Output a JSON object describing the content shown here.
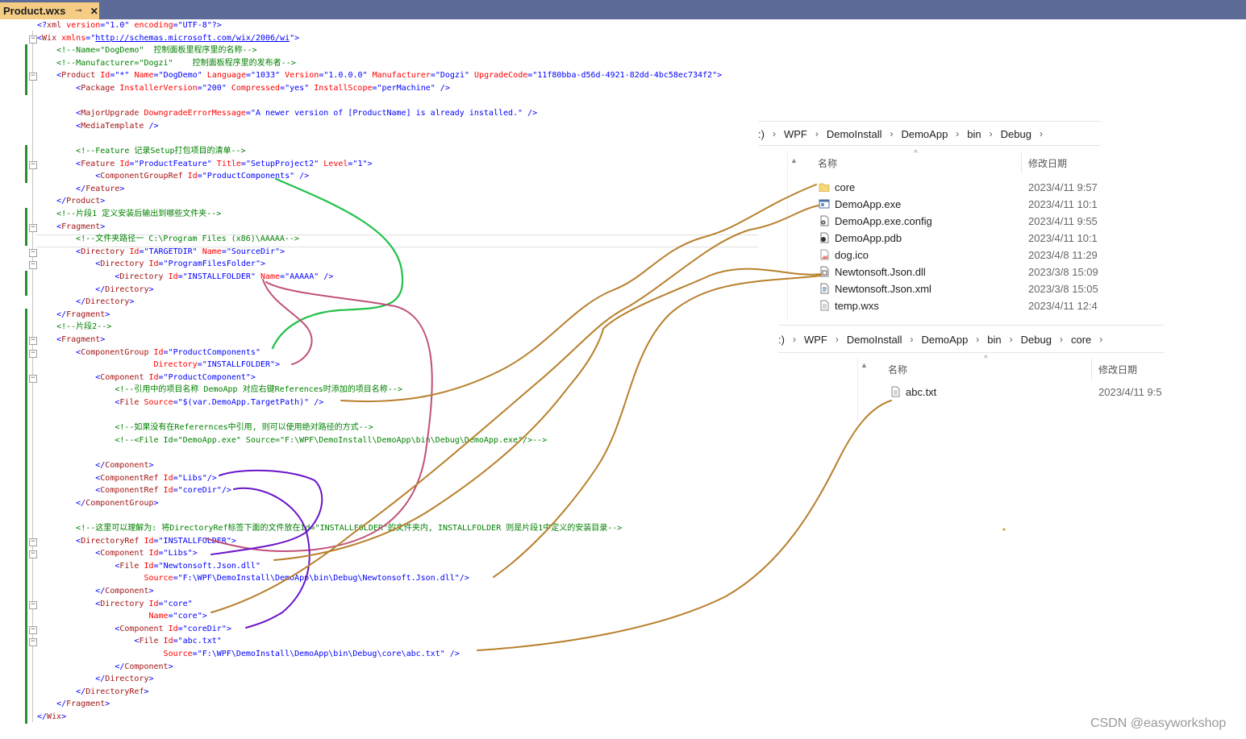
{
  "tab": {
    "title": "Product.wxs",
    "pin_icon": "pin-icon",
    "close_icon": "close-icon"
  },
  "code_lines": [
    [
      [
        "p",
        "<?"
      ],
      [
        "t",
        "xml"
      ],
      [
        "a",
        " version"
      ],
      [
        "p",
        "=\""
      ],
      [
        "v",
        "1.0"
      ],
      [
        "p",
        "\""
      ],
      [
        "a",
        " encoding"
      ],
      [
        "p",
        "=\""
      ],
      [
        "v",
        "UTF-8"
      ],
      [
        "p",
        "\"?>"
      ]
    ],
    [
      [
        "p",
        "<"
      ],
      [
        "t",
        "Wix"
      ],
      [
        "a",
        " xmlns"
      ],
      [
        "p",
        "=\""
      ],
      [
        "u",
        "http://schemas.microsoft.com/wix/2006/wi"
      ],
      [
        "p",
        "\">"
      ]
    ],
    [
      [
        "p",
        "    "
      ],
      [
        "c",
        "<!--Name=\"DogDemo\"  控制面板里程序里的名称-->"
      ]
    ],
    [
      [
        "p",
        "    "
      ],
      [
        "c",
        "<!--Manufacturer=\"Dogzi\"    控制面板程序里的发布者-->"
      ]
    ],
    [
      [
        "p",
        "    <"
      ],
      [
        "t",
        "Product"
      ],
      [
        "a",
        " Id"
      ],
      [
        "p",
        "=\""
      ],
      [
        "v",
        "*"
      ],
      [
        "p",
        "\""
      ],
      [
        "a",
        " Name"
      ],
      [
        "p",
        "=\""
      ],
      [
        "v",
        "DogDemo"
      ],
      [
        "p",
        "\""
      ],
      [
        "a",
        " Language"
      ],
      [
        "p",
        "=\""
      ],
      [
        "v",
        "1033"
      ],
      [
        "p",
        "\""
      ],
      [
        "a",
        " Version"
      ],
      [
        "p",
        "=\""
      ],
      [
        "v",
        "1.0.0.0"
      ],
      [
        "p",
        "\""
      ],
      [
        "a",
        " Manufacturer"
      ],
      [
        "p",
        "=\""
      ],
      [
        "v",
        "Dogzi"
      ],
      [
        "p",
        "\""
      ],
      [
        "a",
        " UpgradeCode"
      ],
      [
        "p",
        "=\""
      ],
      [
        "v",
        "11f80bba-d56d-4921-82dd-4bc58ec734f2"
      ],
      [
        "p",
        "\">"
      ]
    ],
    [
      [
        "p",
        "        <"
      ],
      [
        "t",
        "Package"
      ],
      [
        "a",
        " InstallerVersion"
      ],
      [
        "p",
        "=\""
      ],
      [
        "v",
        "200"
      ],
      [
        "p",
        "\""
      ],
      [
        "a",
        " Compressed"
      ],
      [
        "p",
        "=\""
      ],
      [
        "v",
        "yes"
      ],
      [
        "p",
        "\""
      ],
      [
        "a",
        " InstallScope"
      ],
      [
        "p",
        "=\""
      ],
      [
        "v",
        "perMachine"
      ],
      [
        "p",
        "\" />"
      ]
    ],
    [],
    [
      [
        "p",
        "        <"
      ],
      [
        "t",
        "MajorUpgrade"
      ],
      [
        "a",
        " DowngradeErrorMessage"
      ],
      [
        "p",
        "=\""
      ],
      [
        "v",
        "A newer version of [ProductName] is already installed."
      ],
      [
        "p",
        "\" />"
      ]
    ],
    [
      [
        "p",
        "        <"
      ],
      [
        "t",
        "MediaTemplate"
      ],
      [
        "p",
        " />"
      ]
    ],
    [],
    [
      [
        "p",
        "        "
      ],
      [
        "c",
        "<!--Feature 记录Setup打包项目的清单-->"
      ]
    ],
    [
      [
        "p",
        "        <"
      ],
      [
        "t",
        "Feature"
      ],
      [
        "a",
        " Id"
      ],
      [
        "p",
        "=\""
      ],
      [
        "v",
        "ProductFeature"
      ],
      [
        "p",
        "\""
      ],
      [
        "a",
        " Title"
      ],
      [
        "p",
        "=\""
      ],
      [
        "v",
        "SetupProject2"
      ],
      [
        "p",
        "\""
      ],
      [
        "a",
        " Level"
      ],
      [
        "p",
        "=\""
      ],
      [
        "v",
        "1"
      ],
      [
        "p",
        "\">"
      ]
    ],
    [
      [
        "p",
        "            <"
      ],
      [
        "t",
        "ComponentGroupRef"
      ],
      [
        "a",
        " Id"
      ],
      [
        "p",
        "=\""
      ],
      [
        "v",
        "ProductComponents"
      ],
      [
        "p",
        "\" />"
      ]
    ],
    [
      [
        "p",
        "        </"
      ],
      [
        "t",
        "Feature"
      ],
      [
        "p",
        ">"
      ]
    ],
    [
      [
        "p",
        "    </"
      ],
      [
        "t",
        "Product"
      ],
      [
        "p",
        ">"
      ]
    ],
    [
      [
        "p",
        "    "
      ],
      [
        "c",
        "<!--片段1 定义安装后输出到哪些文件夹-->"
      ]
    ],
    [
      [
        "p",
        "    <"
      ],
      [
        "t",
        "Fragment"
      ],
      [
        "p",
        ">"
      ]
    ],
    [
      [
        "p",
        "        "
      ],
      [
        "c",
        "<!--文件夹路径一 C:\\Program Files (x86)\\AAAAA-->"
      ]
    ],
    [
      [
        "p",
        "        <"
      ],
      [
        "t",
        "Directory"
      ],
      [
        "a",
        " Id"
      ],
      [
        "p",
        "=\""
      ],
      [
        "v",
        "TARGETDIR"
      ],
      [
        "p",
        "\""
      ],
      [
        "a",
        " Name"
      ],
      [
        "p",
        "=\""
      ],
      [
        "v",
        "SourceDir"
      ],
      [
        "p",
        "\">"
      ]
    ],
    [
      [
        "p",
        "            <"
      ],
      [
        "t",
        "Directory"
      ],
      [
        "a",
        " Id"
      ],
      [
        "p",
        "=\""
      ],
      [
        "v",
        "ProgramFilesFolder"
      ],
      [
        "p",
        "\">"
      ]
    ],
    [
      [
        "p",
        "                <"
      ],
      [
        "t",
        "Directory"
      ],
      [
        "a",
        " Id"
      ],
      [
        "p",
        "=\""
      ],
      [
        "v",
        "INSTALLFOLDER"
      ],
      [
        "p",
        "\""
      ],
      [
        "a",
        " Name"
      ],
      [
        "p",
        "=\""
      ],
      [
        "v",
        "AAAAA"
      ],
      [
        "p",
        "\" />"
      ]
    ],
    [
      [
        "p",
        "            </"
      ],
      [
        "t",
        "Directory"
      ],
      [
        "p",
        ">"
      ]
    ],
    [
      [
        "p",
        "        </"
      ],
      [
        "t",
        "Directory"
      ],
      [
        "p",
        ">"
      ]
    ],
    [
      [
        "p",
        "    </"
      ],
      [
        "t",
        "Fragment"
      ],
      [
        "p",
        ">"
      ]
    ],
    [
      [
        "p",
        "    "
      ],
      [
        "c",
        "<!--片段2-->"
      ]
    ],
    [
      [
        "p",
        "    <"
      ],
      [
        "t",
        "Fragment"
      ],
      [
        "p",
        ">"
      ]
    ],
    [
      [
        "p",
        "        <"
      ],
      [
        "t",
        "ComponentGroup"
      ],
      [
        "a",
        " Id"
      ],
      [
        "p",
        "=\""
      ],
      [
        "v",
        "ProductComponents"
      ],
      [
        "p",
        "\""
      ]
    ],
    [
      [
        "p",
        "                        "
      ],
      [
        "a",
        "Directory"
      ],
      [
        "p",
        "=\""
      ],
      [
        "v",
        "INSTALLFOLDER"
      ],
      [
        "p",
        "\">"
      ]
    ],
    [
      [
        "p",
        "            <"
      ],
      [
        "t",
        "Component"
      ],
      [
        "a",
        " Id"
      ],
      [
        "p",
        "=\""
      ],
      [
        "v",
        "ProductComponent"
      ],
      [
        "p",
        "\">"
      ]
    ],
    [
      [
        "p",
        "                "
      ],
      [
        "c",
        "<!--引用中的项目名称 DemoApp 对应右键References时添加的项目名称-->"
      ]
    ],
    [
      [
        "p",
        "                <"
      ],
      [
        "t",
        "File"
      ],
      [
        "a",
        " Source"
      ],
      [
        "p",
        "=\""
      ],
      [
        "v",
        "$(var.DemoApp.TargetPath)"
      ],
      [
        "p",
        "\" />"
      ]
    ],
    [],
    [
      [
        "p",
        "                "
      ],
      [
        "c",
        "<!--如果没有在Referernces中引用, 则可以使用绝对路径的方式-->"
      ]
    ],
    [
      [
        "p",
        "                "
      ],
      [
        "c",
        "<!--<File Id=\"DemoApp.exe\" Source=\"F:\\WPF\\DemoInstall\\DemoApp\\bin\\Debug\\DemoApp.exe\"/>-->"
      ]
    ],
    [],
    [
      [
        "p",
        "            </"
      ],
      [
        "t",
        "Component"
      ],
      [
        "p",
        ">"
      ]
    ],
    [
      [
        "p",
        "            <"
      ],
      [
        "t",
        "ComponentRef"
      ],
      [
        "a",
        " Id"
      ],
      [
        "p",
        "=\""
      ],
      [
        "v",
        "Libs"
      ],
      [
        "p",
        "\"/>"
      ]
    ],
    [
      [
        "p",
        "            <"
      ],
      [
        "t",
        "ComponentRef"
      ],
      [
        "a",
        " Id"
      ],
      [
        "p",
        "=\""
      ],
      [
        "v",
        "coreDir"
      ],
      [
        "p",
        "\"/>"
      ]
    ],
    [
      [
        "p",
        "        </"
      ],
      [
        "t",
        "ComponentGroup"
      ],
      [
        "p",
        ">"
      ]
    ],
    [],
    [
      [
        "p",
        "        "
      ],
      [
        "c",
        "<!--这里可以理解为: 将DirectoryRef标签下面的文件放在Id=\"INSTALLFOLDER\"的文件夹内, INSTALLFOLDER 则是片段1中定义的安装目录-->"
      ]
    ],
    [
      [
        "p",
        "        <"
      ],
      [
        "t",
        "DirectoryRef"
      ],
      [
        "a",
        " Id"
      ],
      [
        "p",
        "=\""
      ],
      [
        "v",
        "INSTALLFOLDER"
      ],
      [
        "p",
        "\">"
      ]
    ],
    [
      [
        "p",
        "            <"
      ],
      [
        "t",
        "Component"
      ],
      [
        "a",
        " Id"
      ],
      [
        "p",
        "=\""
      ],
      [
        "v",
        "Libs"
      ],
      [
        "p",
        "\">"
      ]
    ],
    [
      [
        "p",
        "                <"
      ],
      [
        "t",
        "File"
      ],
      [
        "a",
        " Id"
      ],
      [
        "p",
        "=\""
      ],
      [
        "v",
        "Newtonsoft.Json.dll"
      ],
      [
        "p",
        "\""
      ]
    ],
    [
      [
        "p",
        "                      "
      ],
      [
        "a",
        "Source"
      ],
      [
        "p",
        "=\""
      ],
      [
        "v",
        "F:\\WPF\\DemoInstall\\DemoApp\\bin\\Debug\\Newtonsoft.Json.dll"
      ],
      [
        "p",
        "\"/>"
      ]
    ],
    [
      [
        "p",
        "            </"
      ],
      [
        "t",
        "Component"
      ],
      [
        "p",
        ">"
      ]
    ],
    [
      [
        "p",
        "            <"
      ],
      [
        "t",
        "Directory"
      ],
      [
        "a",
        " Id"
      ],
      [
        "p",
        "=\""
      ],
      [
        "v",
        "core"
      ],
      [
        "p",
        "\""
      ]
    ],
    [
      [
        "p",
        "                       "
      ],
      [
        "a",
        "Name"
      ],
      [
        "p",
        "=\""
      ],
      [
        "v",
        "core"
      ],
      [
        "p",
        "\">"
      ]
    ],
    [
      [
        "p",
        "                <"
      ],
      [
        "t",
        "Component"
      ],
      [
        "a",
        " Id"
      ],
      [
        "p",
        "=\""
      ],
      [
        "v",
        "coreDir"
      ],
      [
        "p",
        "\">"
      ]
    ],
    [
      [
        "p",
        "                    <"
      ],
      [
        "t",
        "File"
      ],
      [
        "a",
        " Id"
      ],
      [
        "p",
        "=\""
      ],
      [
        "v",
        "abc.txt"
      ],
      [
        "p",
        "\""
      ]
    ],
    [
      [
        "p",
        "                          "
      ],
      [
        "a",
        "Source"
      ],
      [
        "p",
        "=\""
      ],
      [
        "v",
        "F:\\WPF\\DemoInstall\\DemoApp\\bin\\Debug\\core\\abc.txt"
      ],
      [
        "p",
        "\" />"
      ]
    ],
    [
      [
        "p",
        "                </"
      ],
      [
        "t",
        "Component"
      ],
      [
        "p",
        ">"
      ]
    ],
    [
      [
        "p",
        "            </"
      ],
      [
        "t",
        "Directory"
      ],
      [
        "p",
        ">"
      ]
    ],
    [
      [
        "p",
        "        </"
      ],
      [
        "t",
        "DirectoryRef"
      ],
      [
        "p",
        ">"
      ]
    ],
    [
      [
        "p",
        "    </"
      ],
      [
        "t",
        "Fragment"
      ],
      [
        "p",
        ">"
      ]
    ],
    [
      [
        "p",
        "</"
      ],
      [
        "t",
        "Wix"
      ],
      [
        "p",
        ">"
      ]
    ]
  ],
  "explorer1": {
    "breadcrumbs": [
      ":)",
      "WPF",
      "DemoInstall",
      "DemoApp",
      "bin",
      "Debug"
    ],
    "col_name": "名称",
    "col_date": "修改日期",
    "files": [
      {
        "name": "core",
        "date": "2023/4/11 9:57",
        "icon": "folder-icon"
      },
      {
        "name": "DemoApp.exe",
        "date": "2023/4/11 10:1",
        "icon": "exe-icon"
      },
      {
        "name": "DemoApp.exe.config",
        "date": "2023/4/11 9:55",
        "icon": "config-icon"
      },
      {
        "name": "DemoApp.pdb",
        "date": "2023/4/11 10:1",
        "icon": "pdb-icon"
      },
      {
        "name": "dog.ico",
        "date": "2023/4/8 11:29",
        "icon": "image-icon"
      },
      {
        "name": "Newtonsoft.Json.dll",
        "date": "2023/3/8 15:09",
        "icon": "dll-icon"
      },
      {
        "name": "Newtonsoft.Json.xml",
        "date": "2023/3/8 15:05",
        "icon": "xml-icon"
      },
      {
        "name": "temp.wxs",
        "date": "2023/4/11 12:4",
        "icon": "text-file-icon"
      }
    ]
  },
  "explorer2": {
    "breadcrumbs": [
      ":)",
      "WPF",
      "DemoInstall",
      "DemoApp",
      "bin",
      "Debug",
      "core"
    ],
    "col_name": "名称",
    "col_date": "修改日期",
    "files": [
      {
        "name": "abc.txt",
        "date": "2023/4/11 9:5",
        "icon": "text-file-icon"
      }
    ]
  },
  "watermark": "CSDN @easyworkshop",
  "annotation_colors": {
    "green": "#22c04a",
    "brown": "#b8802c",
    "pink": "#c0507a",
    "purple": "#6a14c8"
  }
}
